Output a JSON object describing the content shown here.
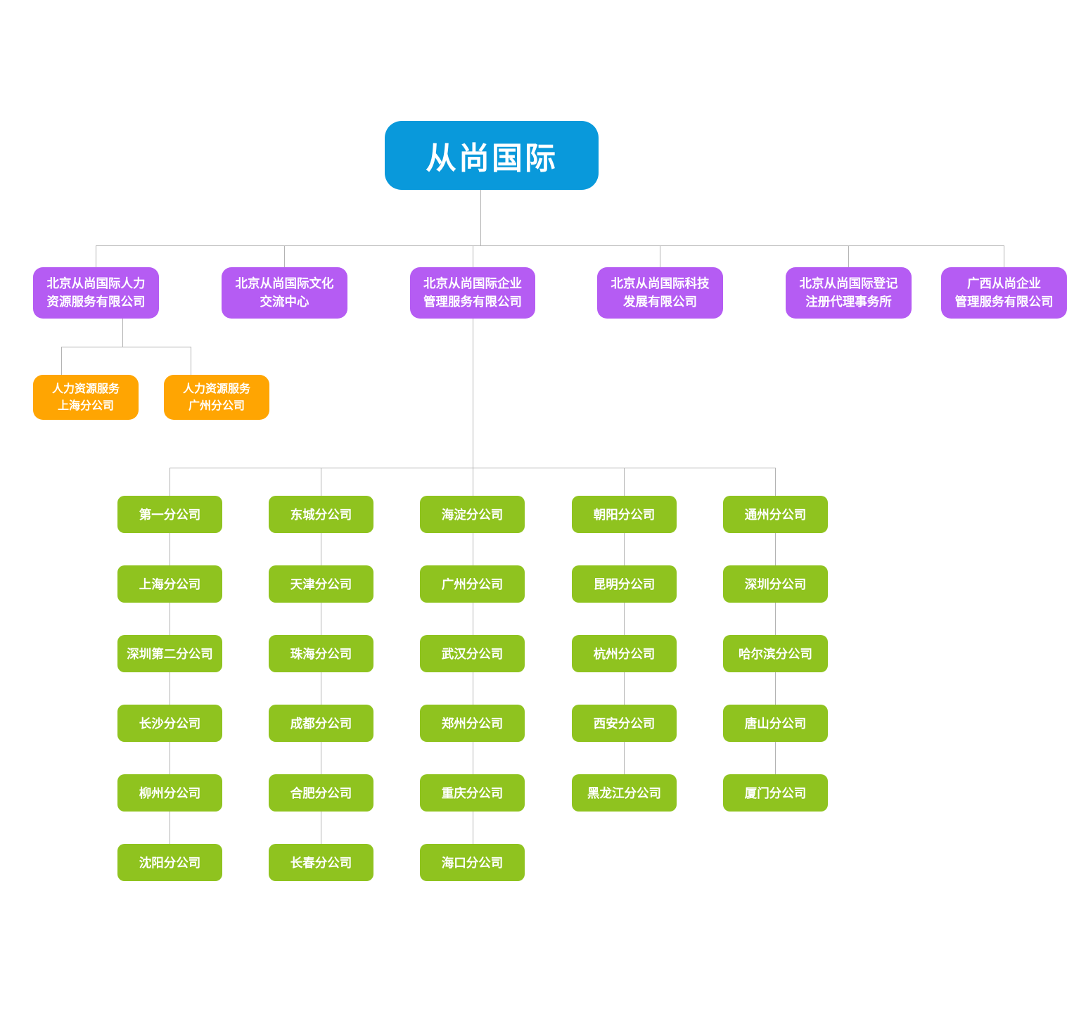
{
  "palette": {
    "root_blue": "#0999DB",
    "branch_purple": "#B55CF3",
    "sub_orange": "#FFA502",
    "leaf_green": "#8FC31F",
    "connector_gray": "#B3B3B3"
  },
  "root": {
    "label": "从尚国际"
  },
  "level1": [
    {
      "label": "北京从尚国际人力\n资源服务有限公司"
    },
    {
      "label": "北京从尚国际文化\n交流中心"
    },
    {
      "label": "北京从尚国际企业\n管理服务有限公司"
    },
    {
      "label": "北京从尚国际科技\n发展有限公司"
    },
    {
      "label": "北京从尚国际登记\n注册代理事务所"
    },
    {
      "label": "广西从尚企业\n管理服务有限公司"
    }
  ],
  "hr_branches": [
    {
      "label": "人力资源服务\n上海分公司"
    },
    {
      "label": "人力资源服务\n广州分公司"
    }
  ],
  "branch_columns": [
    {
      "items": [
        "第一分公司",
        "上海分公司",
        "深圳第二分公司",
        "长沙分公司",
        "柳州分公司",
        "沈阳分公司"
      ]
    },
    {
      "items": [
        "东城分公司",
        "天津分公司",
        "珠海分公司",
        "成都分公司",
        "合肥分公司",
        "长春分公司"
      ]
    },
    {
      "items": [
        "海淀分公司",
        "广州分公司",
        "武汉分公司",
        "郑州分公司",
        "重庆分公司",
        "海口分公司"
      ]
    },
    {
      "items": [
        "朝阳分公司",
        "昆明分公司",
        "杭州分公司",
        "西安分公司",
        "黑龙江分公司"
      ]
    },
    {
      "items": [
        "通州分公司",
        "深圳分公司",
        "哈尔滨分公司",
        "唐山分公司",
        "厦门分公司"
      ]
    }
  ]
}
